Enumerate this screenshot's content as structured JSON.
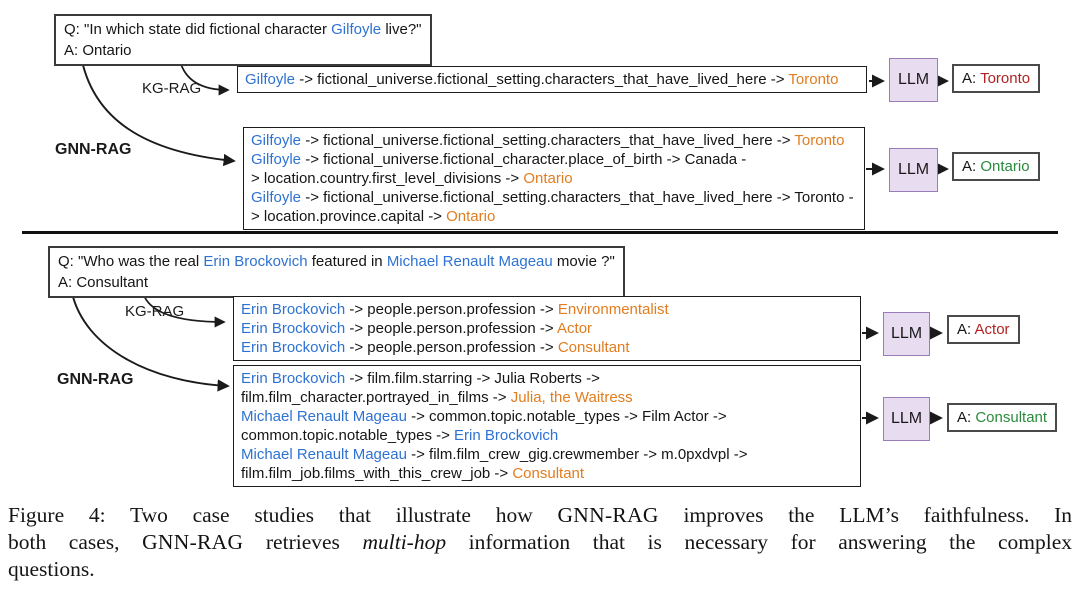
{
  "llm_label": "LLM",
  "colors": {
    "entity_blue": "#2e72d2",
    "value_orange": "#e17d20",
    "wrong_red": "#b22222",
    "correct_green": "#2a8a3e",
    "llm_fill": "#e8dcf0",
    "llm_border": "#9a7cb8"
  },
  "cases": [
    {
      "question_lines": [
        [
          {
            "t": "Q: \"In which state did fictional character ",
            "c": "plain"
          },
          {
            "t": "Gilfoyle",
            "c": "blue"
          },
          {
            "t": " live?\"",
            "c": "plain"
          }
        ],
        [
          {
            "t": "A: Ontario",
            "c": "plain"
          }
        ]
      ],
      "kg": {
        "label": "KG-RAG",
        "lines": [
          [
            {
              "t": "Gilfoyle",
              "c": "blue"
            },
            {
              "t": " -> fictional_universe.fictional_setting.characters_that_have_lived_here -> ",
              "c": "plain"
            },
            {
              "t": "Toronto",
              "c": "orange"
            }
          ]
        ],
        "answer": [
          {
            "t": "A: ",
            "c": "plain"
          },
          {
            "t": "Toronto",
            "c": "wrong"
          }
        ]
      },
      "gnn": {
        "label": "GNN-RAG",
        "lines": [
          [
            {
              "t": "Gilfoyle",
              "c": "blue"
            },
            {
              "t": " -> fictional_universe.fictional_setting.characters_that_have_lived_here -> ",
              "c": "plain"
            },
            {
              "t": "Toronto",
              "c": "orange"
            }
          ],
          [
            {
              "t": "Gilfoyle",
              "c": "blue"
            },
            {
              "t": " -> fictional_universe.fictional_character.place_of_birth -> Canada -",
              "c": "plain"
            }
          ],
          [
            {
              "t": "> location.country.first_level_divisions -> ",
              "c": "plain"
            },
            {
              "t": "Ontario",
              "c": "orange"
            }
          ],
          [
            {
              "t": "Gilfoyle",
              "c": "blue"
            },
            {
              "t": " -> fictional_universe.fictional_setting.characters_that_have_lived_here -> Toronto -",
              "c": "plain"
            }
          ],
          [
            {
              "t": "> location.province.capital -> ",
              "c": "plain"
            },
            {
              "t": "Ontario",
              "c": "orange"
            }
          ]
        ],
        "answer": [
          {
            "t": "A: ",
            "c": "plain"
          },
          {
            "t": "Ontario",
            "c": "correct"
          }
        ]
      }
    },
    {
      "question_lines": [
        [
          {
            "t": "Q: \"Who was the real ",
            "c": "plain"
          },
          {
            "t": "Erin Brockovich",
            "c": "blue"
          },
          {
            "t": " featured in ",
            "c": "plain"
          },
          {
            "t": "Michael Renault Mageau",
            "c": "blue"
          },
          {
            "t": " movie ?\"",
            "c": "plain"
          }
        ],
        [
          {
            "t": "A: Consultant",
            "c": "plain"
          }
        ]
      ],
      "kg": {
        "label": "KG-RAG",
        "lines": [
          [
            {
              "t": "Erin Brockovich",
              "c": "blue"
            },
            {
              "t": " -> people.person.profession -> ",
              "c": "plain"
            },
            {
              "t": "Environmentalist",
              "c": "orange"
            }
          ],
          [
            {
              "t": "Erin Brockovich",
              "c": "blue"
            },
            {
              "t": " -> people.person.profession -> ",
              "c": "plain"
            },
            {
              "t": "Actor",
              "c": "orange"
            }
          ],
          [
            {
              "t": "Erin Brockovich",
              "c": "blue"
            },
            {
              "t": " -> people.person.profession -> ",
              "c": "plain"
            },
            {
              "t": "Consultant",
              "c": "orange"
            }
          ]
        ],
        "answer": [
          {
            "t": "A: ",
            "c": "plain"
          },
          {
            "t": "Actor",
            "c": "wrong"
          }
        ]
      },
      "gnn": {
        "label": "GNN-RAG",
        "lines": [
          [
            {
              "t": "Erin Brockovich",
              "c": "blue"
            },
            {
              "t": " -> film.film.starring -> Julia Roberts ->",
              "c": "plain"
            }
          ],
          [
            {
              "t": "film.film_character.portrayed_in_films -> ",
              "c": "plain"
            },
            {
              "t": "Julia, the Waitress",
              "c": "orange"
            }
          ],
          [
            {
              "t": "Michael Renault Mageau",
              "c": "blue"
            },
            {
              "t": " -> common.topic.notable_types -> Film Actor ->",
              "c": "plain"
            }
          ],
          [
            {
              "t": "common.topic.notable_types -> ",
              "c": "plain"
            },
            {
              "t": "Erin Brockovich",
              "c": "blue"
            }
          ],
          [
            {
              "t": "Michael Renault Mageau",
              "c": "blue"
            },
            {
              "t": " -> film.film_crew_gig.crewmember -> m.0pxdvpl ->",
              "c": "plain"
            }
          ],
          [
            {
              "t": "film.film_job.films_with_this_crew_job -> ",
              "c": "plain"
            },
            {
              "t": "Consultant",
              "c": "orange"
            }
          ]
        ],
        "answer": [
          {
            "t": "A: ",
            "c": "plain"
          },
          {
            "t": "Consultant",
            "c": "correct"
          }
        ]
      }
    }
  ],
  "caption": {
    "lines": [
      [
        {
          "t": "Figure 4:  Two case studies that illustrate how ",
          "c": "plain"
        },
        {
          "t": "GNN-RAG",
          "c": "sc"
        },
        {
          "t": " improves the LLM’s faithfulness.  In",
          "c": "plain"
        }
      ],
      [
        {
          "t": "both cases, ",
          "c": "plain"
        },
        {
          "t": "GNN-RAG",
          "c": "sc"
        },
        {
          "t": " retrieves ",
          "c": "plain"
        },
        {
          "t": "multi-hop",
          "c": "it"
        },
        {
          "t": " information that is necessary for answering the complex",
          "c": "plain"
        }
      ],
      [
        {
          "t": "questions.",
          "c": "plain"
        }
      ]
    ]
  }
}
